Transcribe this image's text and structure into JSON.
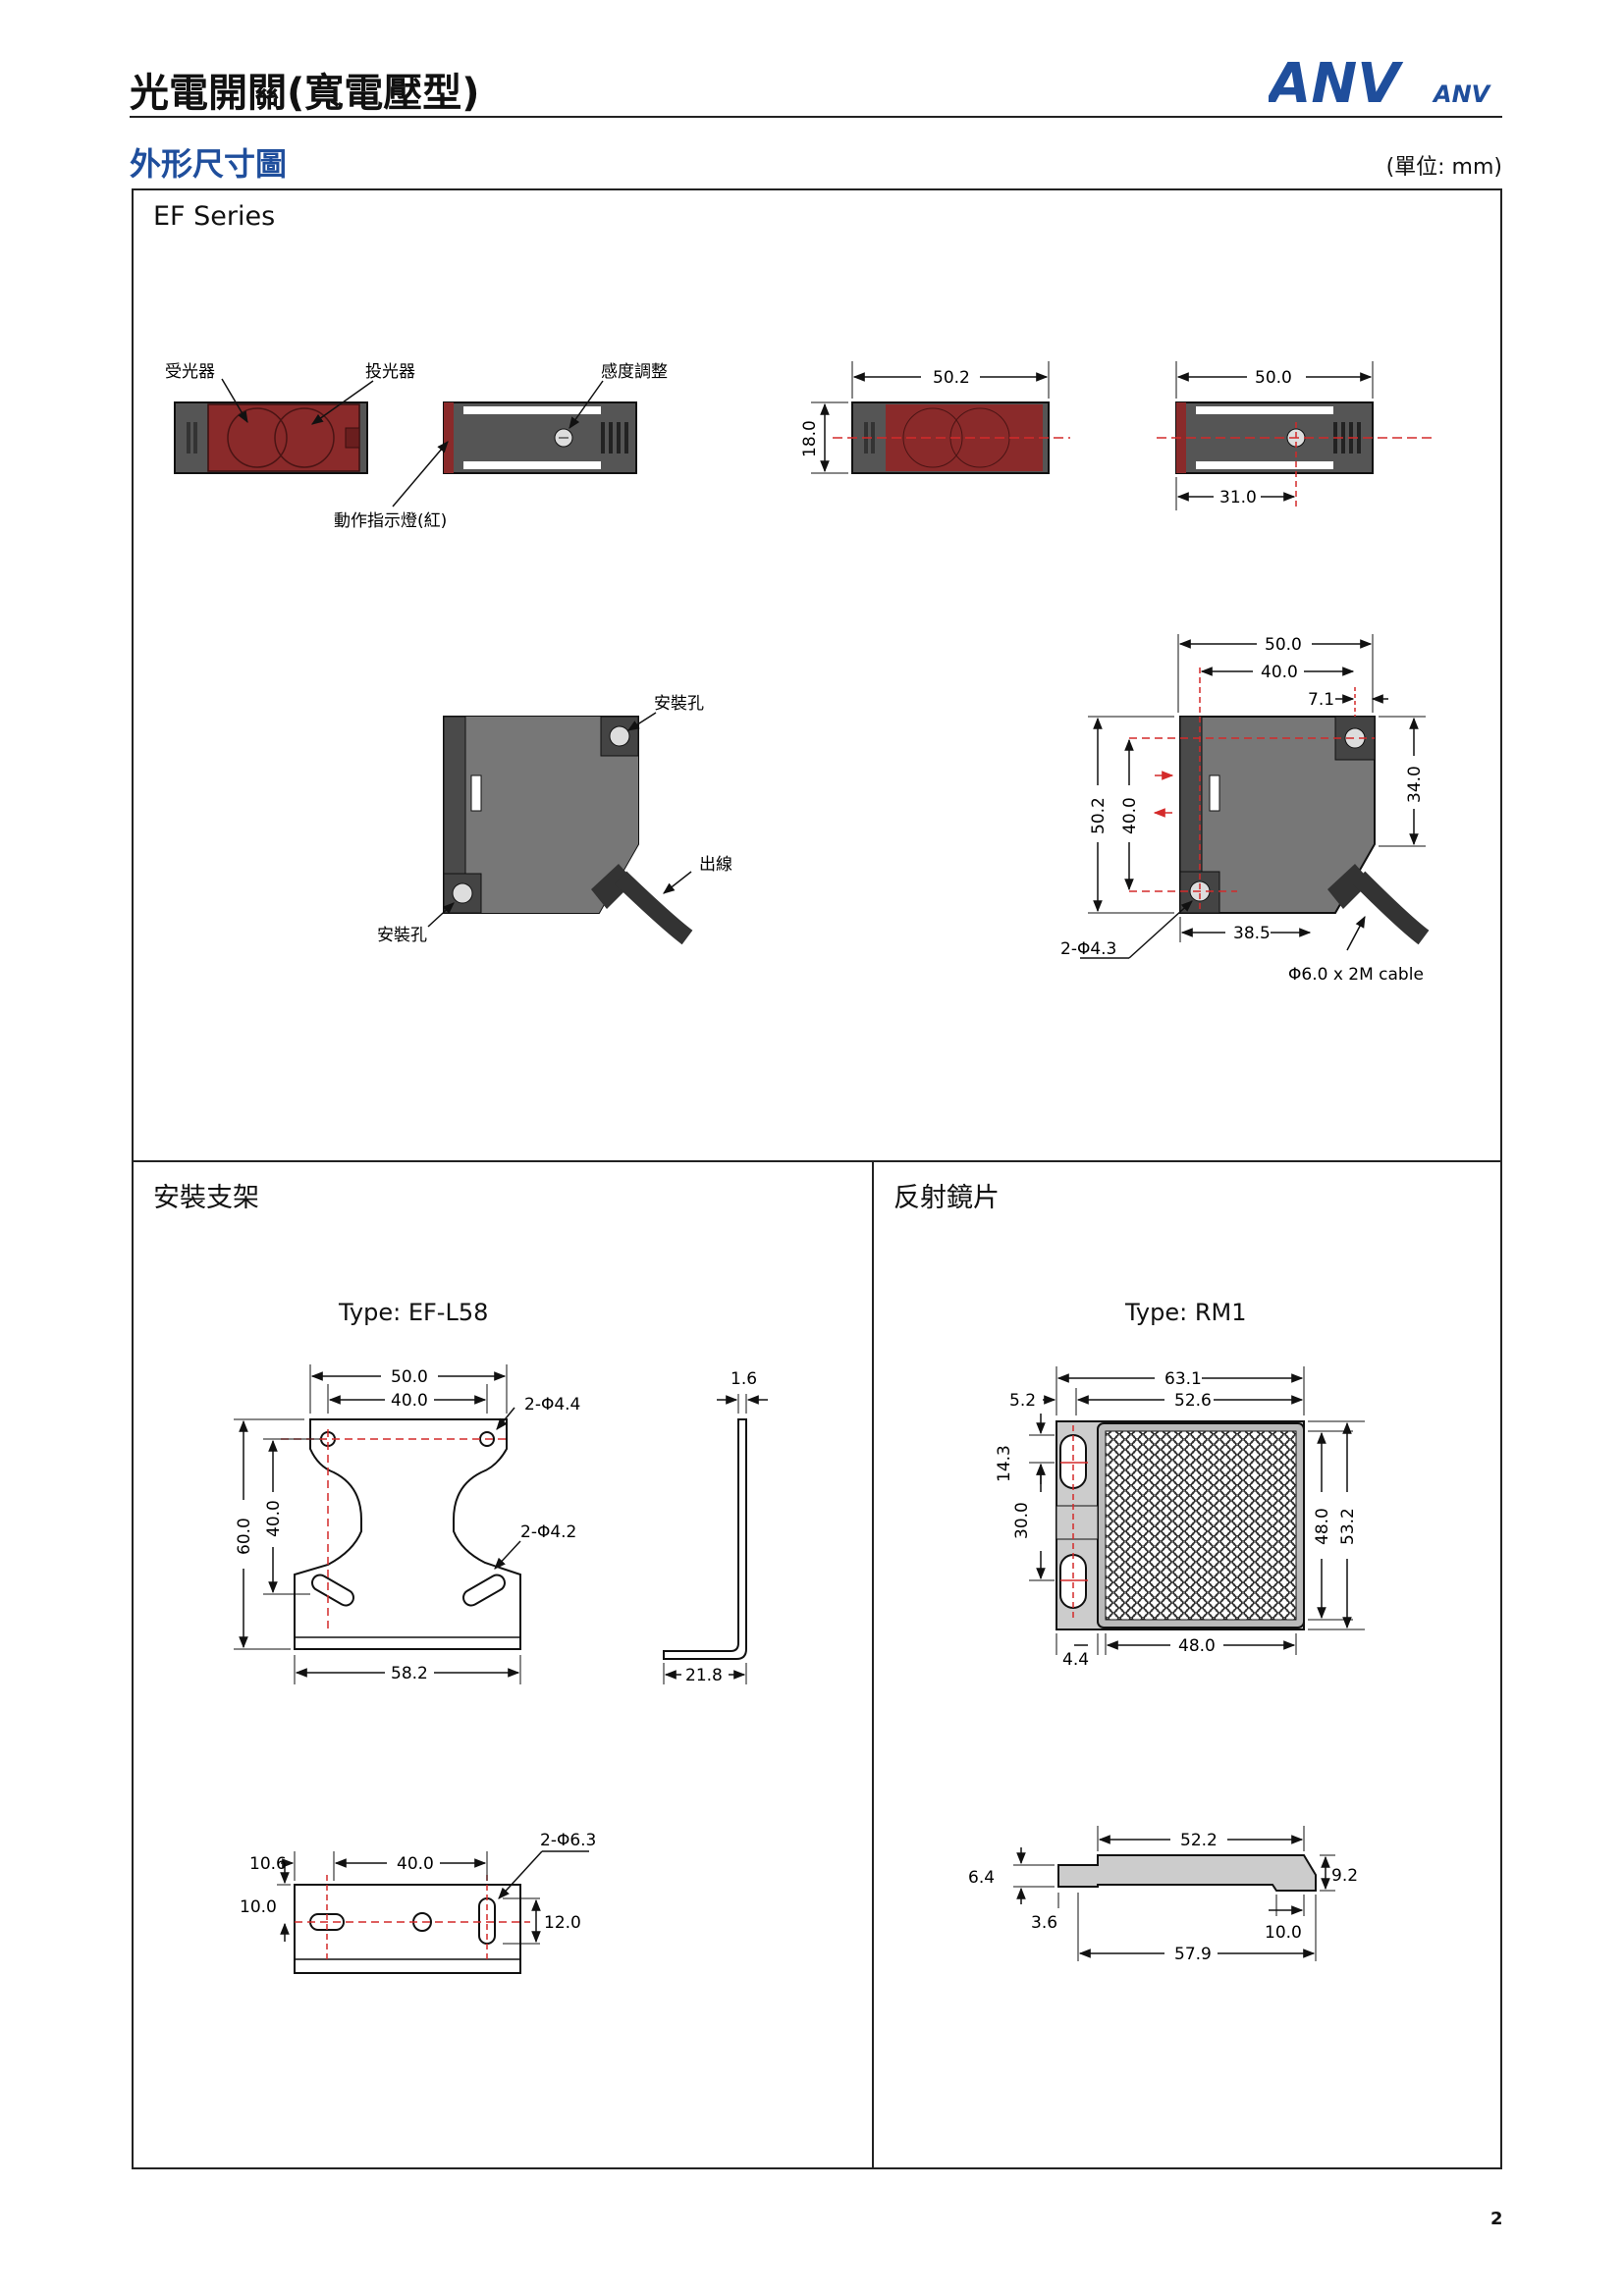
{
  "header": {
    "title": "光電開關(寬電壓型)",
    "section": "外形尺寸圖",
    "unit": "(單位: mm)",
    "logo_text": "ANV",
    "logo_small": "ANV"
  },
  "panels": {
    "ef_series": {
      "title": "EF Series",
      "labels": {
        "receiver": "受光器",
        "emitter": "投光器",
        "sensitivity": "感度調整",
        "indicator": "動作指示燈(紅)",
        "mount_hole": "安裝孔",
        "cable_out": "出線",
        "holes": "2-Φ4.3",
        "cable": "Φ6.0 x 2M cable"
      },
      "dims": {
        "front_width": "50.2",
        "height": "18.0",
        "side_width": "50.0",
        "side_pos": "31.0",
        "w50": "50.0",
        "w40": "40.0",
        "w7": "7.1",
        "h50": "50.2",
        "h40": "40.0",
        "h34": "34.0",
        "w38": "38.5"
      }
    },
    "bracket": {
      "title": "安裝支架",
      "type": "Type: EF-L58",
      "dims": {
        "w50": "50.0",
        "w40": "40.0",
        "holes44": "2-Φ4.4",
        "t16": "1.6",
        "h60": "60.0",
        "h40": "40.0",
        "holes42": "2-Φ4.2",
        "w58": "58.2",
        "d21": "21.8",
        "b106": "10.6",
        "b40": "40.0",
        "holes63": "2-Φ6.3",
        "b100": "10.0",
        "b120": "12.0"
      }
    },
    "reflector": {
      "title": "反射鏡片",
      "type": "Type: RM1",
      "dims": {
        "w631": "63.1",
        "w52": "5.2",
        "w526": "52.6",
        "h143": "14.3",
        "h300": "30.0",
        "h480": "48.0",
        "h532": "53.2",
        "w44": "4.4",
        "w480": "48.0",
        "s522": "52.2",
        "s64": "6.4",
        "s92": "9.2",
        "s36": "3.6",
        "s100": "10.0",
        "s579": "57.9"
      }
    }
  },
  "footer": {
    "page": "2"
  },
  "colors": {
    "accent": "#1f4e9c",
    "lens": "#8a2a2a",
    "body": "#555555",
    "centerline": "#d42a2a"
  }
}
